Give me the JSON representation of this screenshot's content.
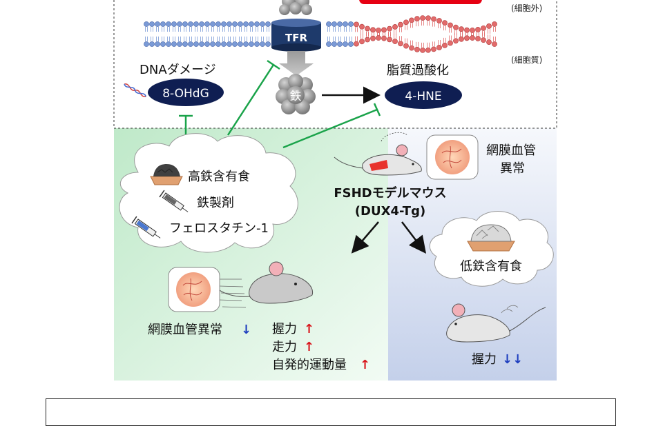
{
  "labels": {
    "extracellular": "(細胞外)",
    "cytoplasm": "(細胞質)",
    "tfr": "TFR",
    "dna_damage": "DNAダメージ",
    "marker_8ohdg": "8-OHdG",
    "iron": "鉄",
    "lipid_peroxidation": "脂質過酸化",
    "marker_4hne": "4-HNE",
    "retinal_vascular_top_1": "網膜血管",
    "retinal_vascular_top_2": "異常",
    "fshd_mouse_1": "FSHDモデルマウス",
    "fshd_mouse_2": "(DUX4-Tg)"
  },
  "treatments": {
    "high_iron_diet": "高鉄含有食",
    "iron_supplement": "鉄製剤",
    "ferrostatin": "フェロスタチン-1"
  },
  "outcomes_left": {
    "retinal_vascular": "網膜血管異常",
    "retinal_vascular_arrow": "↓",
    "grip": "握力",
    "grip_arrow": "↑",
    "running": "走力",
    "running_arrow": "↑",
    "voluntary_activity": "自発的運動量",
    "voluntary_activity_arrow": "↑"
  },
  "outcomes_right": {
    "low_iron_diet": "低鉄含有食",
    "grip": "握力",
    "grip_arrows": "↓↓"
  },
  "colors": {
    "marker_fill": "#0f1e52",
    "inhibit_line": "#1aa34a",
    "up_arrow": "#d9141b",
    "down_arrow": "#1f3fbf",
    "tfr_fill": "#1e3a6b",
    "membrane_blue": "#7a9ad6",
    "membrane_red": "#e26b6b"
  }
}
